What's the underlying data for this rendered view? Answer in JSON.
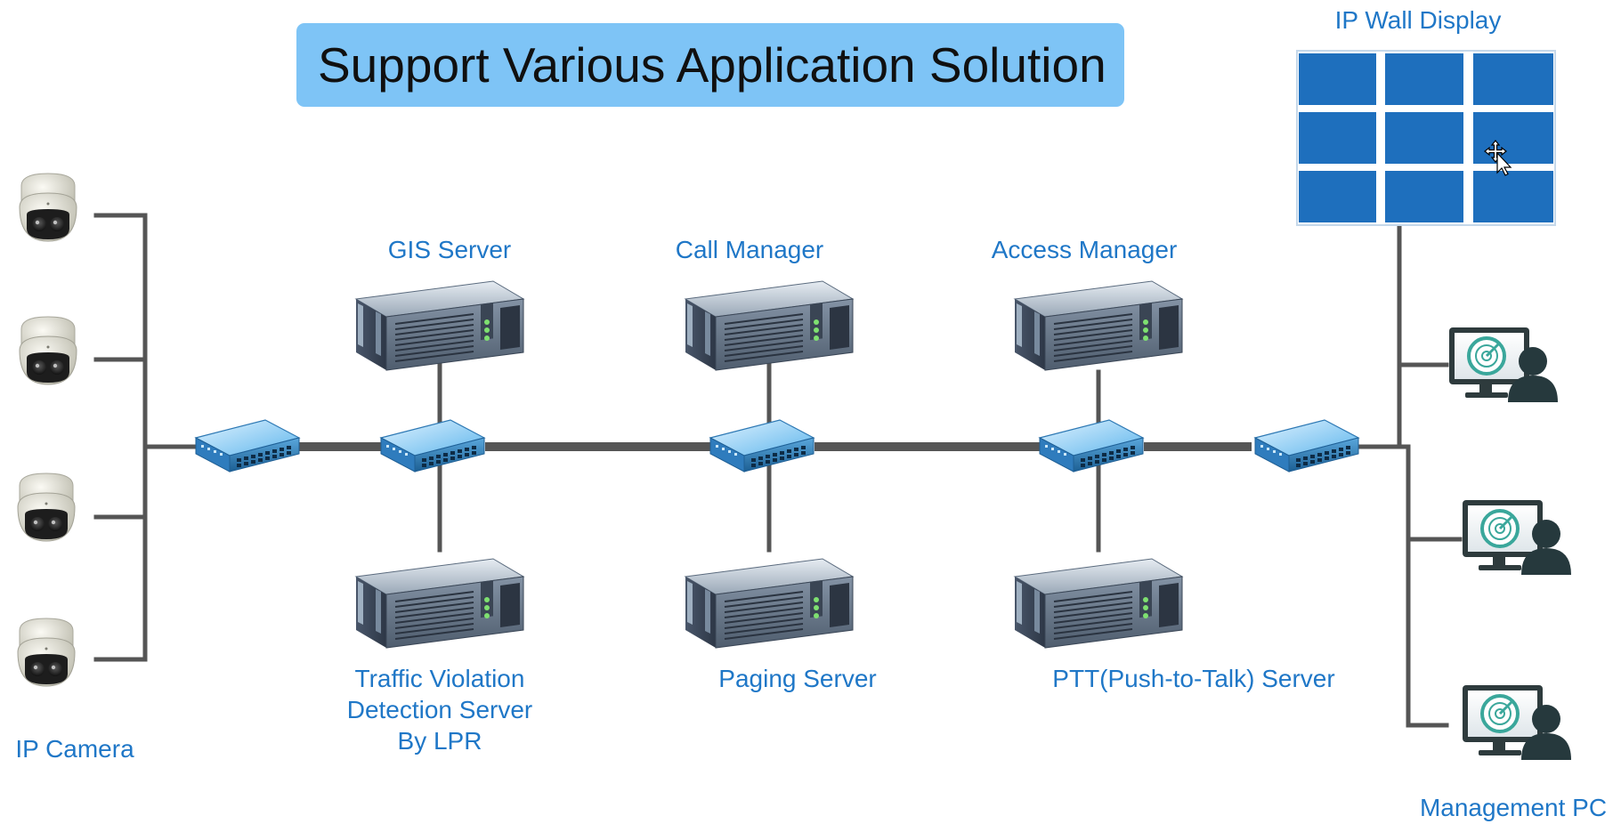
{
  "title": "Support Various Application Solution",
  "labels": {
    "gis_server": "GIS Server",
    "call_manager": "Call Manager",
    "access_manager": "Access Manager",
    "ip_wall_display": "IP Wall Display",
    "traffic_violation": [
      "Traffic Violation",
      "Detection Server",
      "By LPR"
    ],
    "paging_server": "Paging Server",
    "ptt_server": "PTT(Push-to-Talk) Server",
    "ip_camera": "IP Camera",
    "management_pc": "Management PC"
  },
  "icons": {
    "camera": "ip-camera-icon",
    "switch": "network-switch-icon",
    "server": "rack-server-icon",
    "video_wall": "video-wall-icon",
    "workstation": "management-pc-icon",
    "cursor": "move-cursor-icon"
  },
  "colors": {
    "title_bg": "#7ec4f6",
    "label_text": "#1f77c7",
    "line": "#555555",
    "wall_tile": "#1e6fbd"
  }
}
